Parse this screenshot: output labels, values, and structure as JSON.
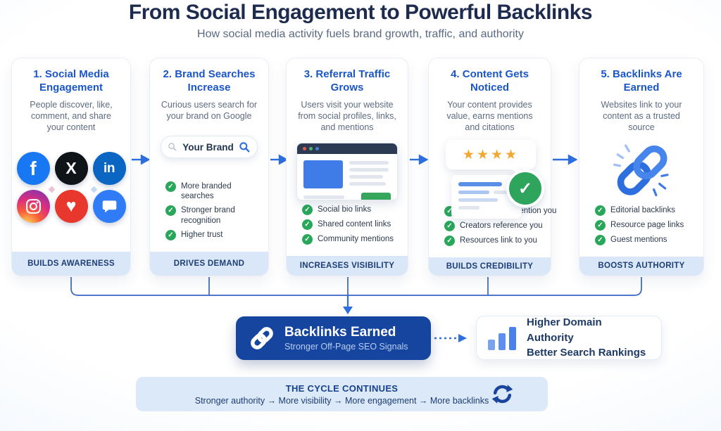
{
  "header": {
    "title": "From Social Engagement to Powerful Backlinks",
    "subtitle": "How social media activity fuels brand growth, traffic, and authority"
  },
  "cards": [
    {
      "title": "1. Social Media Engagement",
      "description": "People discover, like, comment, and share your content",
      "footer": "BUILDS AWARENESS",
      "social": [
        {
          "name": "facebook-icon",
          "glyph": "f",
          "color": "#1877f2"
        },
        {
          "name": "x-twitter-icon",
          "glyph": "X",
          "color": "#0f1419"
        },
        {
          "name": "linkedin-icon",
          "glyph": "in",
          "color": "#0a66c2"
        },
        {
          "name": "instagram-icon",
          "glyph": "",
          "color": "instagram-gradient"
        },
        {
          "name": "heart-like-icon",
          "glyph": "♥",
          "color": "#e8372c"
        },
        {
          "name": "chat-message-icon",
          "glyph": "",
          "color": "#2f7cf6"
        }
      ]
    },
    {
      "title": "2. Brand Searches Increase",
      "description": "Curious users search for your brand on Google",
      "search_query": "Your Brand",
      "checklist": [
        "More branded searches",
        "Stronger brand recognition",
        "Higher trust"
      ],
      "footer": "DRIVES DEMAND"
    },
    {
      "title": "3. Referral Traffic Grows",
      "description": "Users visit your website from social profiles, links, and mentions",
      "checklist": [
        "Social bio links",
        "Shared content links",
        "Community mentions"
      ],
      "footer": "INCREASES VISIBILITY"
    },
    {
      "title": "4. Content Gets Noticed",
      "description": "Your content provides value, earns mentions and citations",
      "stars": "★★★★",
      "checklist": [
        "Industry blogs mention you",
        "Creators reference you",
        "Resources link to you"
      ],
      "footer": "BUILDS CREDIBILITY"
    },
    {
      "title": "5. Backlinks Are Earned",
      "description": "Websites link to your content as a trusted source",
      "checklist": [
        "Editorial backlinks",
        "Resource page links",
        "Guest mentions"
      ],
      "footer": "BOOSTS AUTHORITY"
    }
  ],
  "backlinks_box": {
    "title": "Backlinks Earned",
    "subtitle": "Stronger Off-Page SEO Signals"
  },
  "authority_box": {
    "line1": "Higher Domain Authority",
    "line2": "Better Search Rankings"
  },
  "cycle": {
    "title": "THE CYCLE CONTINUES",
    "subtitle": "Stronger authority → More visibility → More engagement → More backlinks"
  },
  "colors": {
    "accent_blue": "#2e6fe0",
    "title_navy": "#1d2c4e",
    "card_title_blue": "#1a56c8",
    "check_green": "#28a75a",
    "backlinks_box_bg": "#15459e",
    "footer_band_bg": "#d9e7f8",
    "cycle_box_bg": "#dbe9f8",
    "star_gold": "#f0a832"
  }
}
